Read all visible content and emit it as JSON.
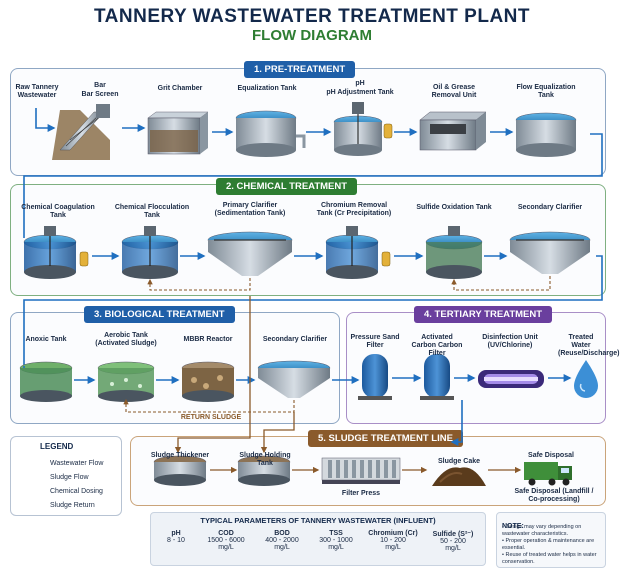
{
  "title": "TANNERY WASTEWATER TREATMENT PLANT",
  "subtitle": "FLOW DIAGRAM",
  "sections": {
    "pre": {
      "badge": "1. PRE-TREATMENT",
      "units": [
        "Raw Tannery Wastewater",
        "Bar Screen",
        "Grit Chamber",
        "Equalization Tank",
        "pH Adjustment Tank",
        "Oil & Grease Removal Unit",
        "Flow Equalization Tank"
      ],
      "bar_prefix": "Bar",
      "ph_prefix": "pH"
    },
    "chem": {
      "badge": "2. CHEMICAL TREATMENT",
      "units": [
        "Chemical Coagulation Tank",
        "Chemical Flocculation Tank",
        "Primary Clarifier (Sedimentation Tank)",
        "Chromium Removal Tank (Cr Precipitation)",
        "Sulfide Oxidation Tank",
        "Secondary Clarifier"
      ]
    },
    "bio": {
      "badge": "3. BIOLOGICAL TREATMENT",
      "units": [
        "Anoxic Tank",
        "Aerobic Tank (Activated Sludge)",
        "MBBR Reactor",
        "Secondary Clarifier"
      ],
      "return_label": "RETURN SLUDGE"
    },
    "ter": {
      "badge": "4. TERTIARY TREATMENT",
      "units": [
        "Pressure Sand Filter",
        "Activated Carbon Carbon Filter",
        "Disinfection Unit (UV/Chlorine)",
        "Treated Water (Reuse/Discharge)"
      ]
    },
    "sludge": {
      "badge": "5. SLUDGE TREATMENT LINE",
      "units": [
        "Sludge Thickener",
        "Sludge Holding Tank",
        "Filter Press",
        "Sludge Cake",
        "Safe Disposal",
        "Safe Disposal (Landfill / Co-processing)"
      ]
    }
  },
  "legend": {
    "title": "LEGEND",
    "items": [
      "Wastewater Flow",
      "Sludge Flow",
      "Chemical Dosing",
      "Sludge Return"
    ]
  },
  "parameters": {
    "title": "TYPICAL PARAMETERS OF TANNERY WASTEWATER (INFLUENT)",
    "columns": [
      {
        "name": "pH",
        "value": "8 - 10",
        "unit": ""
      },
      {
        "name": "COD",
        "value": "1500 - 6000",
        "unit": "mg/L"
      },
      {
        "name": "BOD",
        "value": "400 - 2000",
        "unit": "mg/L"
      },
      {
        "name": "TSS",
        "value": "300 - 1000",
        "unit": "mg/L"
      },
      {
        "name": "Chromium (Cr)",
        "value": "10 - 200",
        "unit": "mg/L"
      },
      {
        "name": "Sulfide (S²⁻)",
        "value": "50 - 200",
        "unit": "mg/L"
      }
    ]
  },
  "note": {
    "title": "NOTE:",
    "items": [
      "Design may vary depending on wastewater characteristics.",
      "Proper operation & maintenance are essential.",
      "Reuse of treated water helps in water conservation."
    ]
  },
  "colors": {
    "wastewater": "#1f6fc0",
    "sludge": "#8a5a2b",
    "dosing": "#3b7fc4",
    "water": "#3c8fd6"
  }
}
